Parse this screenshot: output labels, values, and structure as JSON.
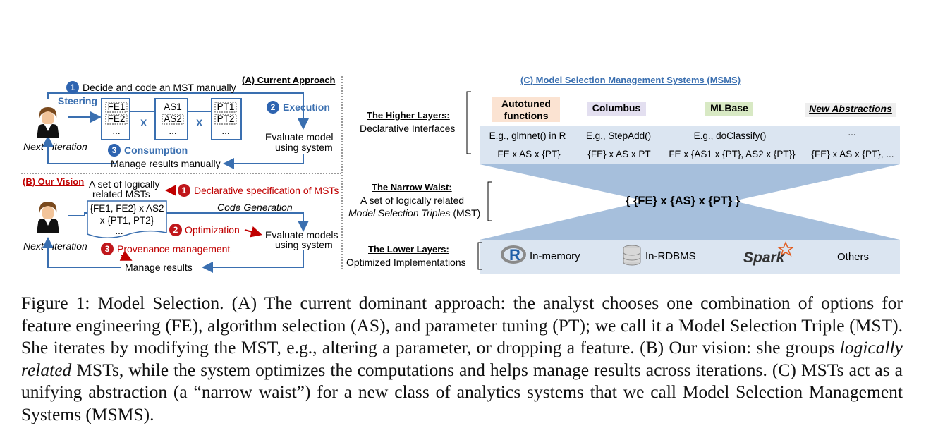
{
  "panelA": {
    "title": "(A) Current Approach",
    "step1": "Decide  and code an MST manually",
    "steering": "Steering",
    "step2": "Execution",
    "step3": "Consumption",
    "fe_box": [
      "FE1",
      "FE2",
      "..."
    ],
    "as_box": [
      "AS1",
      "AS2",
      "..."
    ],
    "pt_box": [
      "PT1",
      "PT2",
      "..."
    ],
    "times": "X",
    "evaluate": [
      "Evaluate model",
      "using system"
    ],
    "manage": "Manage results manually",
    "next": "Next",
    "iteration": "iteration"
  },
  "panelB": {
    "title": "(B) Our Vision",
    "set_label": [
      "A set of logically",
      "related MSTs"
    ],
    "spec": "Declarative specification of MSTs",
    "doc": [
      "{FE1, FE2} x AS2",
      "x {PT1, PT2}",
      "..."
    ],
    "codegen": "Code Generation",
    "optimization": "Optimization",
    "evaluate": [
      "Evaluate models",
      "using system"
    ],
    "provenance": "Provenance management",
    "manage": "Manage results",
    "next": "Next",
    "iteration": "iteration"
  },
  "panelC": {
    "title": "(C) Model Selection Management Systems (MSMS)",
    "higher_title": "The Higher Layers:",
    "higher_sub": "Declarative Interfaces",
    "waist_title": "The Narrow Waist:",
    "waist_sub1": "A set of logically related",
    "waist_sub2_italic": "Model Selection Triples",
    "waist_sub2_rest": " (MST)",
    "lower_title": "The Lower Layers:",
    "lower_sub": "Optimized Implementations",
    "interfaces": [
      {
        "name": "Autotuned\nfunctions",
        "color": "#fbe3d2",
        "example": "E.g., glmnet() in R",
        "form": "FE x AS x {PT}"
      },
      {
        "name": "Columbus",
        "color": "#e3dff0",
        "example": "E.g., StepAdd()",
        "form": "{FE} x AS x PT"
      },
      {
        "name": "MLBase",
        "color": "#d8e9c4",
        "example": "E.g., doClassify()",
        "form": "FE x {AS1 x {PT}, AS2 x {PT}}"
      },
      {
        "name": "New Abstractions",
        "color": "#eeeeee",
        "example": "...",
        "form": "{FE} x AS x {PT}, ..."
      }
    ],
    "waist_formula": "{ {FE} x {AS} x {PT} }",
    "backends": [
      "In-memory",
      "In-RDBMS",
      "Spark",
      "Others"
    ],
    "r_letter": "R",
    "band_color": "#a6bfdc",
    "light_color": "#dbe5f1"
  },
  "caption": {
    "p1": "Figure 1:  Model Selection.  (A) The current dominant approach:  the analyst chooses one combination of options for feature engineering (FE), algorithm selection (AS), and parameter tuning (PT); we call it a Model Selection Triple (MST). She iterates by modifying the MST, e.g., altering a parameter, or dropping a feature.  (B) Our vision:  she groups ",
    "em": "logically related",
    "p2": " MSTs, while the system optimizes the computations and helps manage results across iterations.  (C) MSTs act as a unifying abstraction (a “narrow waist”) for a new class of analytics systems that we call Model Selection Management Systems (MSMS)."
  }
}
